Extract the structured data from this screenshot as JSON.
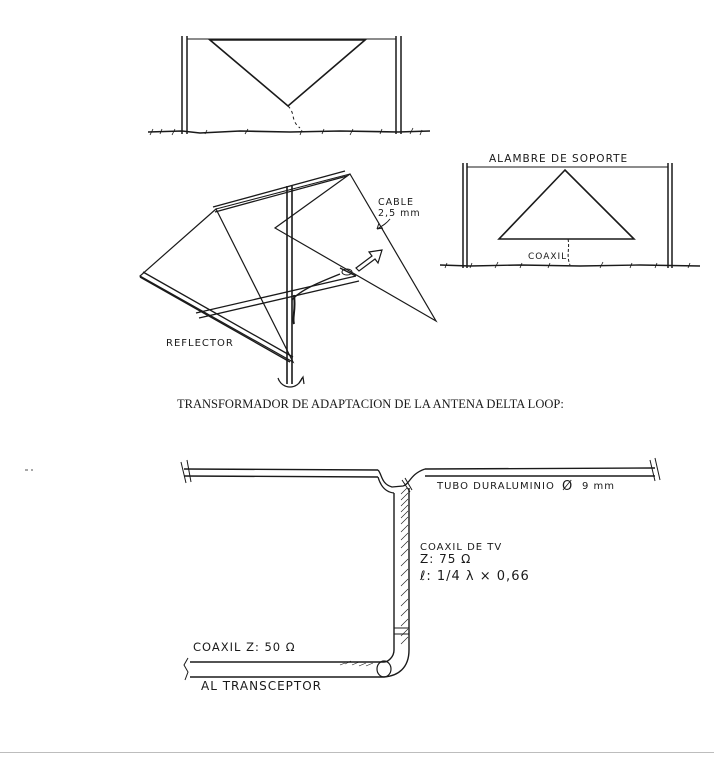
{
  "figure1": {
    "support_wire_label": "ALAMBRE DE SOPORTE",
    "coax_label": "COAXIL"
  },
  "figure2": {
    "cable_label_line1": "CABLE",
    "cable_label_line2": "2,5 mm",
    "reflector_label": "REFLECTOR"
  },
  "figure3": {
    "caption": "TRANSFORMADOR DE ADAPTACION DE LA ANTENA DELTA LOOP:",
    "tube_label": "TUBO DURALUMINIO",
    "tube_diameter_symbol": "Ø",
    "tube_diameter_value": "9 mm",
    "tv_coax_line1": "COAXIL DE TV",
    "tv_coax_line2": "Z: 75 Ω",
    "tv_coax_line3": "ℓ: 1/4 λ × 0,66",
    "input_coax_label": "COAXIL Z: 50 Ω",
    "transceiver_label": "AL TRANSCEPTOR"
  }
}
